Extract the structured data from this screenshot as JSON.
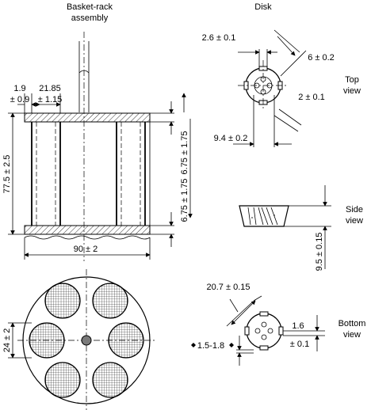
{
  "headings": {
    "basket_title_line1": "Basket-rack",
    "basket_title_line2": "assembly",
    "disk_title": "Disk"
  },
  "basket_dims": {
    "left_gap_top": "1.9",
    "left_gap_bottom": "± 0.9",
    "tube_gap_top": "21.85",
    "tube_gap_bottom": "± 1.15",
    "height": "77.5 ± 2.5",
    "plate_thickness_top": "6.75 ± 1.75",
    "plate_thickness_bottom": "6.75 ± 1.75",
    "width": "90 ± 2",
    "hole_diameter": "24 ± 2"
  },
  "disk_views": {
    "top_view_line1": "Top",
    "top_view_line2": "view",
    "side_view_line1": "Side",
    "side_view_line2": "view",
    "bottom_view_line1": "Bottom",
    "bottom_view_line2": "view"
  },
  "disk_dims": {
    "groove_width": "2.6 ± 0.1",
    "slot_depth": "6 ± 0.2",
    "hole_diameter_small": "2 ± 0.1",
    "hole_circle": "9.4 ± 0.2",
    "thickness": "9.5 ± 0.15",
    "diameter": "20.7 ± 0.15",
    "notch_top": "1.6",
    "notch_bottom": "± 0.1",
    "notch_depth": "1.5-1.8"
  }
}
